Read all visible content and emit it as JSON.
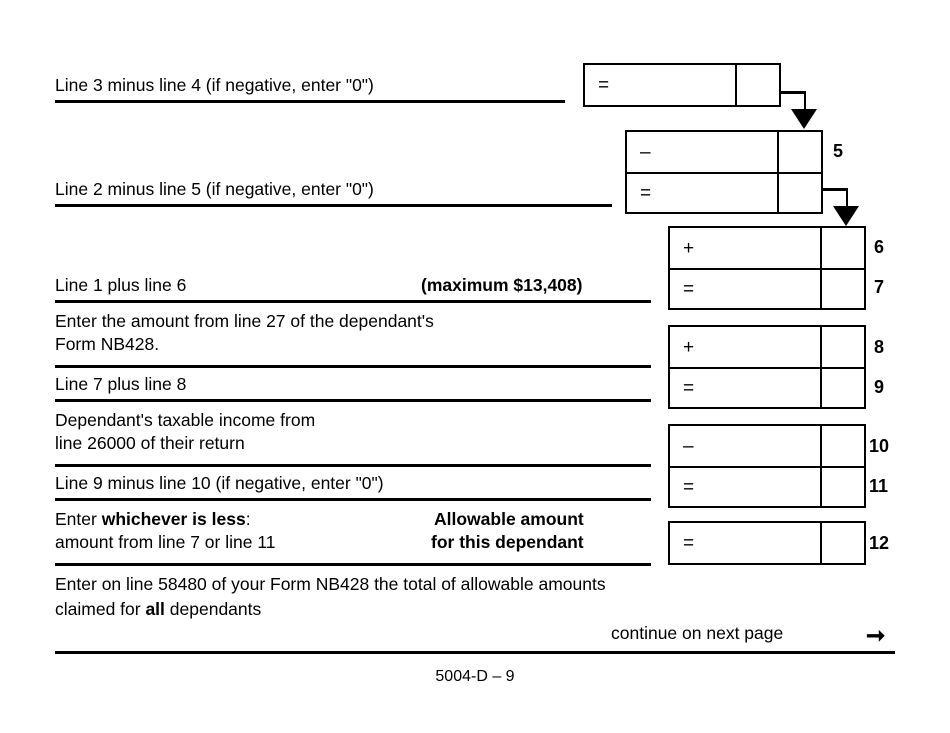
{
  "form": {
    "page_footer_id": "5004-D – 9",
    "continue_note": "continue on next page",
    "continue_arrow_icon": "right-arrow-icon"
  },
  "rows": [
    {
      "id": "row-line3-minus-line4",
      "label": "Line 3 minus line 4 (if negative, enter \"0\")",
      "operator": "=",
      "box_number": ""
    },
    {
      "id": "row-box5-minus",
      "label": "",
      "operator": "–",
      "box_number": "5"
    },
    {
      "id": "row-line2-minus-line5",
      "label": "Line 2 minus line 5 (if negative, enter \"0\")",
      "operator": "=",
      "box_number": ""
    },
    {
      "id": "row-box6-plus",
      "label": "",
      "operator": "+",
      "box_number": "6"
    },
    {
      "id": "row-line1-plus-line6",
      "label": "Line 1 plus line 6",
      "label_bold_suffix": "(maximum $13,408)",
      "operator": "=",
      "box_number": "7"
    },
    {
      "id": "row-dependants-form",
      "label_line1": "Enter the amount from line 27 of the dependant's",
      "label_line2": "Form NB428.",
      "operator": "+",
      "box_number": "8"
    },
    {
      "id": "row-line7-plus-line8",
      "label": "Line 7 plus line 8",
      "operator": "=",
      "box_number": "9"
    },
    {
      "id": "row-dependant-taxable-income",
      "label_line1": "Dependant's taxable income from",
      "label_line2": "line 26000 of their return",
      "operator": "–",
      "box_number": "10"
    },
    {
      "id": "row-line9-minus-line10",
      "label": "Line 9 minus line 10 (if negative, enter \"0\")",
      "operator": "=",
      "box_number": "11"
    },
    {
      "id": "row-allowable-amount",
      "label_part1": "Enter ",
      "label_part2_bold": "whichever is less",
      "label_part3": ":",
      "label_line2": "amount from line 7 or line 11",
      "right_label_line1": "Allowable amount",
      "right_label_line2": "for this dependant",
      "operator": "=",
      "box_number": "12"
    }
  ],
  "closing": {
    "line1": "Enter on line 58480 of your Form NB428 the total of allowable amounts",
    "line2_part1": "claimed for ",
    "line2_bold": "all",
    "line2_part2": " dependants"
  }
}
